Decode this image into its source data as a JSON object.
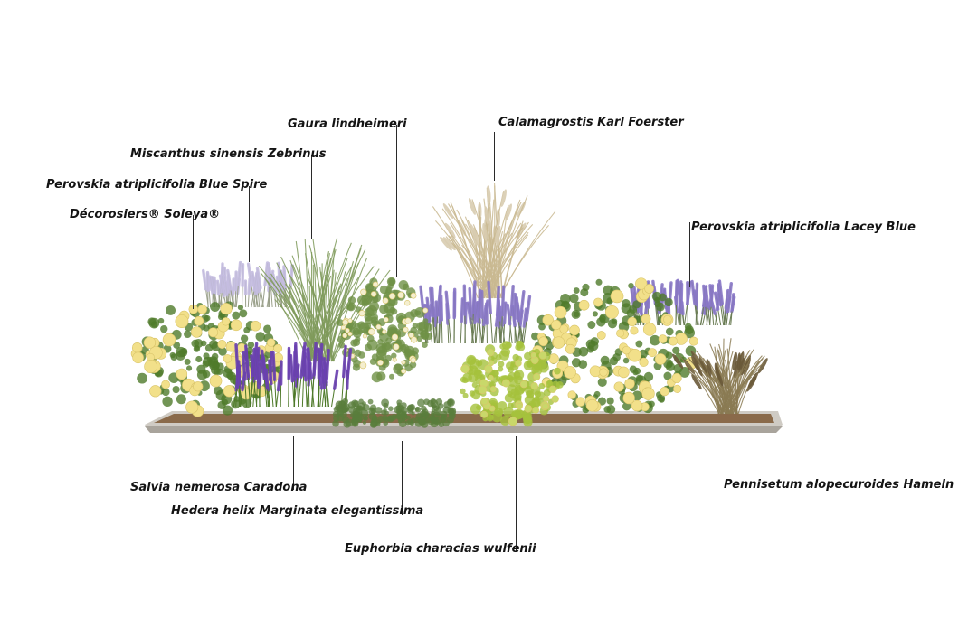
{
  "labels": {
    "gaura": "Gaura lindheimeri",
    "calamagrostis": "Calamagrostis Karl Foerster",
    "miscanthus": "Miscanthus sinensis Zebrinus",
    "perovskia_blue_spire": "Perovskia atriplicifolia Blue Spire",
    "decorosiers": "Décorosiers® Soleya®",
    "perovskia_lacey_blue": "Perovskia atriplicifolia Lacey Blue",
    "salvia": "Salvia nemerosa Caradona",
    "hedera": "Hedera helix Marginata elegantissima",
    "euphorbia": "Euphorbia characias wulfenii",
    "pennisetum": "Pennisetum alopecuroides Hameln"
  },
  "colors": {
    "rose_yellow": "#f2e08a",
    "salvia_purple": "#6a3fb3",
    "perovskia_lavender": "#8a78c8",
    "foliage_green": "#4f7a2a",
    "euphorbia_green": "#a5c23c",
    "grass_straw": "#c9b991",
    "planter_edge": "#b9b5ae",
    "mulch": "#8a6a4a"
  }
}
